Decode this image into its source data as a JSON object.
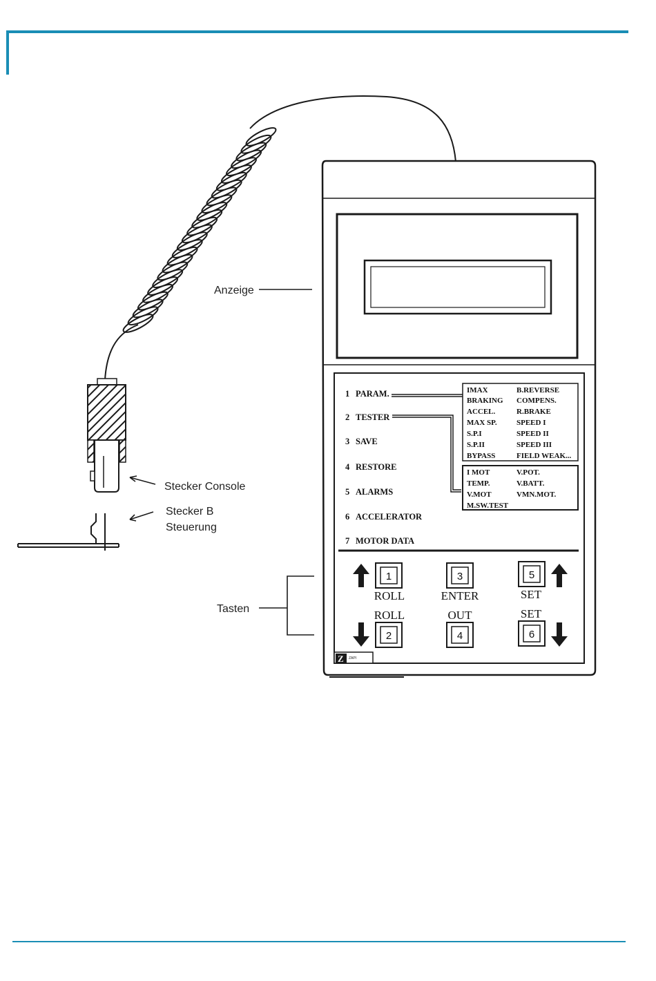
{
  "labels": {
    "display": "Anzeige",
    "plug_console": "Stecker Console",
    "plug_b_line1": "Stecker B",
    "plug_b_line2": "Steuerung",
    "keys": "Tasten"
  },
  "menu": [
    {
      "num": "1",
      "label": "PARAM."
    },
    {
      "num": "2",
      "label": "TESTER"
    },
    {
      "num": "3",
      "label": "SAVE"
    },
    {
      "num": "4",
      "label": "RESTORE"
    },
    {
      "num": "5",
      "label": "ALARMS"
    },
    {
      "num": "6",
      "label": "ACCELERATOR"
    },
    {
      "num": "7",
      "label": "MOTOR  DATA"
    }
  ],
  "param_list": [
    [
      "IMAX",
      "B.REVERSE"
    ],
    [
      "BRAKING",
      "COMPENS."
    ],
    [
      "ACCEL.",
      "R.BRAKE"
    ],
    [
      "MAX SP.",
      "SPEED I"
    ],
    [
      "S.P.I",
      "SPEED II"
    ],
    [
      "S.P.II",
      "SPEED III"
    ],
    [
      "BYPASS",
      "FIELD WEAK..."
    ]
  ],
  "tester_list": [
    [
      "I MOT",
      "V.POT."
    ],
    [
      "TEMP.",
      "V.BATT."
    ],
    [
      "V.MOT",
      "VMN.MOT."
    ],
    [
      "M.SW.TEST",
      ""
    ]
  ],
  "keypad": {
    "key1": "1",
    "key1_label": "ROLL",
    "key3": "3",
    "key3_label": "ENTER",
    "key5": "5",
    "key5_label": "SET",
    "key2": "2",
    "key2_label": "ROLL",
    "key4": "4",
    "key4_label": "OUT",
    "key6": "6",
    "key6_label": "SET"
  },
  "logo": {
    "mark": "Z",
    "text": "ZAPI"
  },
  "colors": {
    "accent": "#1a8db5",
    "ink": "#1a1a1a"
  }
}
